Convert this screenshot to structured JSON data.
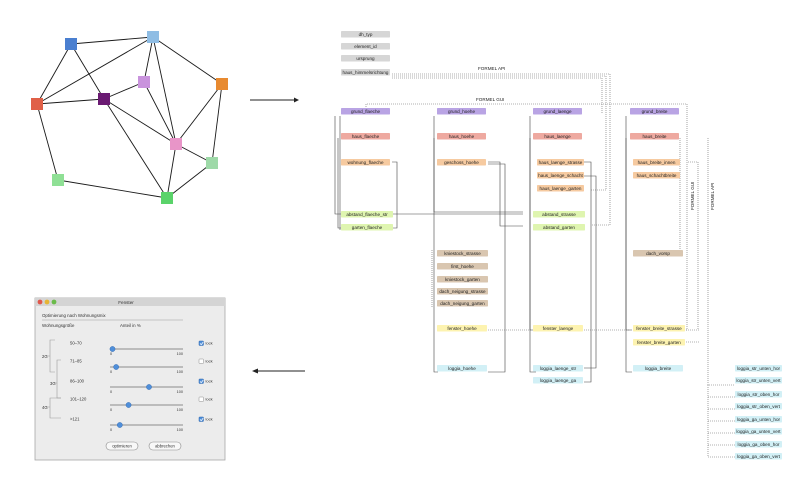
{
  "graph": {
    "nodes": [
      {
        "id": "a",
        "color": "#4a7fd0"
      },
      {
        "id": "b",
        "color": "#8fbde4"
      },
      {
        "id": "c",
        "color": "#e06048"
      },
      {
        "id": "d",
        "color": "#6a1a72"
      },
      {
        "id": "e",
        "color": "#c993dd"
      },
      {
        "id": "f",
        "color": "#e88a30"
      },
      {
        "id": "g",
        "color": "#e895c8"
      },
      {
        "id": "h",
        "color": "#9ed9a8"
      },
      {
        "id": "i",
        "color": "#8fe095"
      },
      {
        "id": "j",
        "color": "#5ad36a"
      }
    ],
    "edges": [
      [
        "a",
        "b"
      ],
      [
        "a",
        "c"
      ],
      [
        "a",
        "d"
      ],
      [
        "b",
        "e"
      ],
      [
        "b",
        "f"
      ],
      [
        "b",
        "g"
      ],
      [
        "c",
        "d"
      ],
      [
        "c",
        "i"
      ],
      [
        "d",
        "e"
      ],
      [
        "d",
        "j"
      ],
      [
        "e",
        "g"
      ],
      [
        "f",
        "g"
      ],
      [
        "f",
        "h"
      ],
      [
        "g",
        "h"
      ],
      [
        "g",
        "j"
      ],
      [
        "h",
        "j"
      ],
      [
        "i",
        "j"
      ],
      [
        "c",
        "b"
      ],
      [
        "d",
        "g"
      ]
    ]
  },
  "diagram": {
    "labels": {
      "formel_api_top": "FORMEL API",
      "formel_gui_top": "FORMEL GUI",
      "formel_gui_right": "FORMEL GUI",
      "formel_api_right": "FORMEL API"
    },
    "boxes": [
      {
        "id": "dh_typ",
        "label": "dh_typ",
        "color": "#d6d6d6"
      },
      {
        "id": "element_id",
        "label": "element_id",
        "color": "#d6d6d6"
      },
      {
        "id": "ursprung",
        "label": "ursprung",
        "color": "#d6d6d6"
      },
      {
        "id": "haus_himmelsrichtung",
        "label": "haus_himmelsrichtung",
        "color": "#d6d6d6"
      },
      {
        "id": "grund_flaeche",
        "label": "grund_flaeche",
        "color": "#b9a4e4"
      },
      {
        "id": "grund_hoehe",
        "label": "grund_hoehe",
        "color": "#b9a4e4"
      },
      {
        "id": "grund_laenge",
        "label": "grund_laenge",
        "color": "#b9a4e4"
      },
      {
        "id": "grund_breite",
        "label": "grund_breite",
        "color": "#b9a4e4"
      },
      {
        "id": "haus_flaeche",
        "label": "haus_flaeche",
        "color": "#eea9a0"
      },
      {
        "id": "haus_hoehe",
        "label": "haus_hoehe",
        "color": "#eea9a0"
      },
      {
        "id": "haus_laenge",
        "label": "haus_laenge",
        "color": "#eea9a0"
      },
      {
        "id": "haus_breite",
        "label": "haus_breite",
        "color": "#eea9a0"
      },
      {
        "id": "wohnung_flaeche",
        "label": "wohnung_flaeche",
        "color": "#f6caa0"
      },
      {
        "id": "geschoss_hoehe",
        "label": "geschoss_hoehe",
        "color": "#f6caa0"
      },
      {
        "id": "haus_laenge_strasse",
        "label": "haus_laenge_strasse",
        "color": "#f6caa0"
      },
      {
        "id": "haus_laenge_schacht",
        "label": "haus_laenge_schacht",
        "color": "#f6caa0"
      },
      {
        "id": "haus_laenge_garten",
        "label": "haus_laenge_garten",
        "color": "#f6caa0"
      },
      {
        "id": "haus_breite_innen",
        "label": "haus_breite_innen",
        "color": "#f6caa0"
      },
      {
        "id": "haus_schachtbreite",
        "label": "haus_schachtbreite",
        "color": "#f6caa0"
      },
      {
        "id": "abstand_flaeche_str",
        "label": "abstand_flaeche_str",
        "color": "#dff5b0"
      },
      {
        "id": "garten_flaeche",
        "label": "garten_flaeche",
        "color": "#dff5b0"
      },
      {
        "id": "abstand_strasse",
        "label": "abstand_strasse",
        "color": "#dff5b0"
      },
      {
        "id": "abstand_garten",
        "label": "abstand_garten",
        "color": "#dff5b0"
      },
      {
        "id": "dach_vorsp",
        "label": "dach_vorsp",
        "color": "#d9c6b0"
      },
      {
        "id": "kniestock_strasse",
        "label": "kniestock_strasse",
        "color": "#d9c6b0"
      },
      {
        "id": "first_hoehe",
        "label": "first_hoehe",
        "color": "#d9c6b0"
      },
      {
        "id": "kniestock_garten",
        "label": "kniestock_garten",
        "color": "#d9c6b0"
      },
      {
        "id": "dach_neigung_strasse",
        "label": "dach_neigung_strasse",
        "color": "#d9c6b0"
      },
      {
        "id": "dach_neigung_garten",
        "label": "dach_neigung_garten",
        "color": "#d9c6b0"
      },
      {
        "id": "fenster_hoehe",
        "label": "fenster_hoehe",
        "color": "#fdf3b0"
      },
      {
        "id": "fenster_laenge",
        "label": "fenster_laenge",
        "color": "#fdf3b0"
      },
      {
        "id": "fenster_breite_strasse",
        "label": "fenster_breite_strasse",
        "color": "#fdf3b0"
      },
      {
        "id": "fenster_breite_garten",
        "label": "fenster_breite_garten",
        "color": "#fdf3b0"
      },
      {
        "id": "loggia_hoehe",
        "label": "loggia_hoehe",
        "color": "#d2f0f6"
      },
      {
        "id": "loggia_laenge_str",
        "label": "loggia_laenge_str",
        "color": "#d2f0f6"
      },
      {
        "id": "loggia_laenge_ga",
        "label": "loggia_laenge_ga",
        "color": "#d2f0f6"
      },
      {
        "id": "loggia_breite",
        "label": "loggia_breite",
        "color": "#d2f0f6"
      },
      {
        "id": "loggia_str_unten_hor",
        "label": "loggia_str_unten_hor",
        "color": "#d2f0f6"
      },
      {
        "id": "loggia_str_unten_vert",
        "label": "loggia_str_unten_vert",
        "color": "#d2f0f6"
      },
      {
        "id": "loggia_str_oben_hor",
        "label": "loggia_str_oben_hor",
        "color": "#d2f0f6"
      },
      {
        "id": "loggia_str_oben_vert",
        "label": "loggia_str_oben_vert",
        "color": "#d2f0f6"
      },
      {
        "id": "loggia_ga_unten_hor",
        "label": "loggia_ga_unten_hor",
        "color": "#d2f0f6"
      },
      {
        "id": "loggia_ga_unten_vert",
        "label": "loggia_ga_unten_vert",
        "color": "#d2f0f6"
      },
      {
        "id": "loggia_ga_oben_hor",
        "label": "loggia_ga_oben_hor",
        "color": "#d2f0f6"
      },
      {
        "id": "loggia_ga_oben_vert",
        "label": "loggia_ga_oben_vert",
        "color": "#d2f0f6"
      }
    ]
  },
  "dialog": {
    "title": "Fenster",
    "section_title": "Optimierung nach Wohnungsmix",
    "col_size": "Wohnungsgröße",
    "col_share": "Anteil in %",
    "group_labels": [
      "2G",
      "3G",
      "4G"
    ],
    "rows": [
      {
        "range": "50–70",
        "value_pct": 0,
        "min": "0",
        "max": "100",
        "locked": true
      },
      {
        "range": "71–85",
        "value_pct": 5,
        "min": "0",
        "max": "100",
        "locked": false
      },
      {
        "range": "86–100",
        "value_pct": 50,
        "min": "0",
        "max": "100",
        "locked": true
      },
      {
        "range": "101–120",
        "value_pct": 22,
        "min": "0",
        "max": "100",
        "locked": false
      },
      {
        "range": ">121",
        "value_pct": 10,
        "min": "0",
        "max": "100",
        "locked": true
      }
    ],
    "lock_label": "lock",
    "btn_optimize": "optimieren",
    "btn_cancel": "abbrechen"
  }
}
